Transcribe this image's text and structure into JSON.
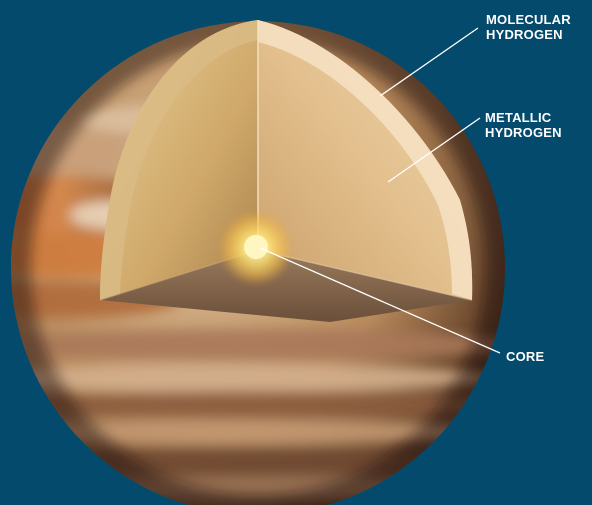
{
  "colors": {
    "background": "#034a6c",
    "label_text": "#ffffff",
    "leader_line": "#ffffff"
  },
  "labels": {
    "molecular_hydrogen": [
      "MOLECULAR",
      "HYDROGEN"
    ],
    "metallic_hydrogen": [
      "METALLIC",
      "HYDROGEN"
    ],
    "core": "CORE"
  }
}
